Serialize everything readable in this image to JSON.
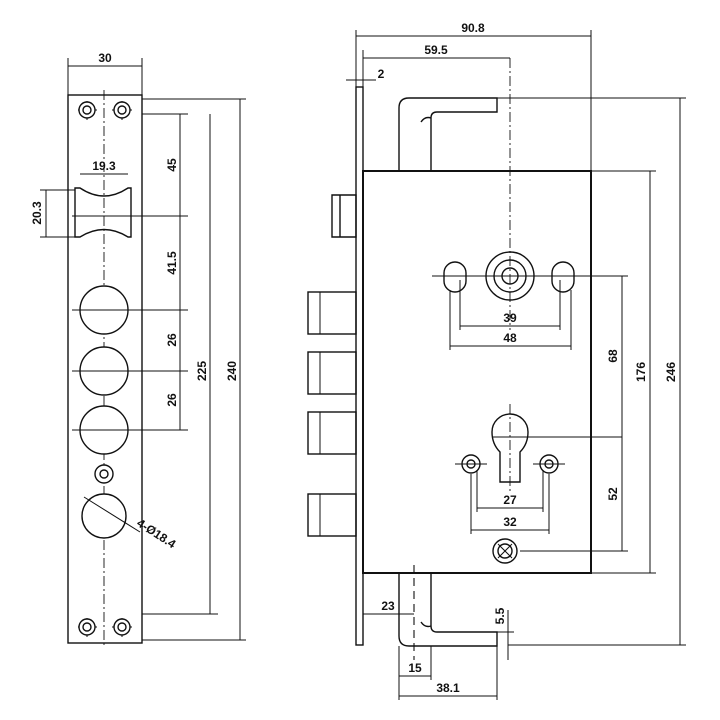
{
  "diagram": {
    "front_view": {
      "width_label": "30",
      "handle_width_label": "19.3",
      "handle_height_label": "20.3",
      "spacing_labels": [
        "45",
        "41.5",
        "26",
        "26"
      ],
      "total_225_label": "225",
      "total_240_label": "240",
      "hole_label": "4-Ø18.4"
    },
    "side_view": {
      "overall_width_label": "90.8",
      "backset_label": "59.5",
      "faceplate_label": "2",
      "hole_spacing_39_label": "39",
      "hole_spacing_48_label": "48",
      "cylinder_27_label": "27",
      "cylinder_32_label": "32",
      "center_68_label": "68",
      "center_52_label": "52",
      "body_height_label": "176",
      "total_height_label": "246",
      "tail_23_label": "23",
      "tail_15_label": "15",
      "tail_38_label": "38.1",
      "tail_55_label": "5.5"
    }
  }
}
